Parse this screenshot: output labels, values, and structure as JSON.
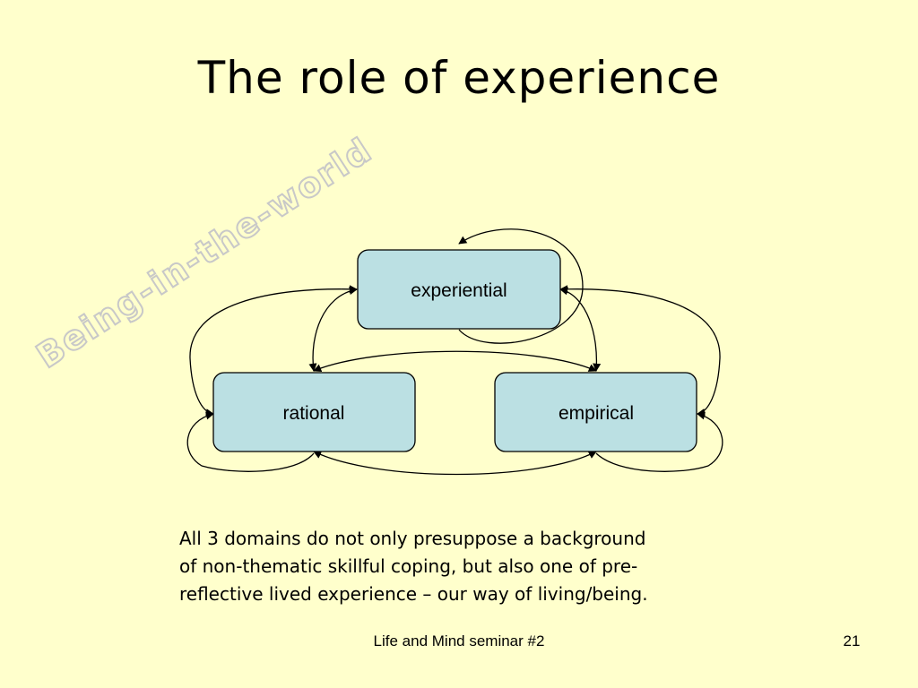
{
  "slide": {
    "title": "The role of experience",
    "watermark": "Being-in-the-world",
    "nodes": {
      "experiential": "experiential",
      "rational": "rational",
      "empirical": "empirical"
    },
    "body_lines": [
      "All 3 domains do not only presuppose a background",
      "of non-thematic skillful coping, but also one of pre-",
      "reflective lived experience – our way of living/being."
    ],
    "footer": "Life and Mind seminar #2",
    "page_number": "21"
  },
  "colors": {
    "background": "#FFFFCC",
    "node_fill": "#BBE0E3",
    "node_stroke": "#000000",
    "watermark_outline": "#C8C8C8"
  }
}
